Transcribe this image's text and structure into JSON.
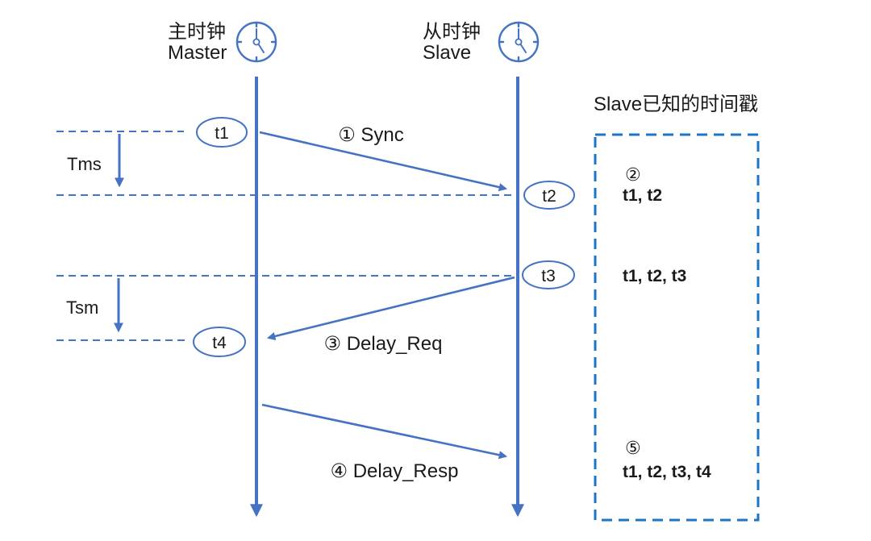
{
  "colors": {
    "diagram_blue": "#4472C4",
    "panel_box_blue": "#1B76C8",
    "text": "#1a1a1a"
  },
  "lifelines": {
    "master": {
      "name_zh": "主时钟",
      "name_en": "Master"
    },
    "slave": {
      "name_zh": "从时钟",
      "name_en": "Slave"
    }
  },
  "delays": {
    "master_to_slave": "Tms",
    "slave_to_master": "Tsm"
  },
  "messages": {
    "sync": "① Sync",
    "delay_req": "③ Delay_Req",
    "delay_resp": "④ Delay_Resp"
  },
  "timestamps": {
    "t1": "t1",
    "t2": "t2",
    "t3": "t3",
    "t4": "t4"
  },
  "panel": {
    "title": "Slave已知的时间戳",
    "entries": [
      {
        "step": "②",
        "values": "t1, t2"
      },
      {
        "step": "",
        "values": "t1, t2, t3"
      },
      {
        "step": "⑤",
        "values": "t1, t2, t3, t4"
      }
    ]
  }
}
